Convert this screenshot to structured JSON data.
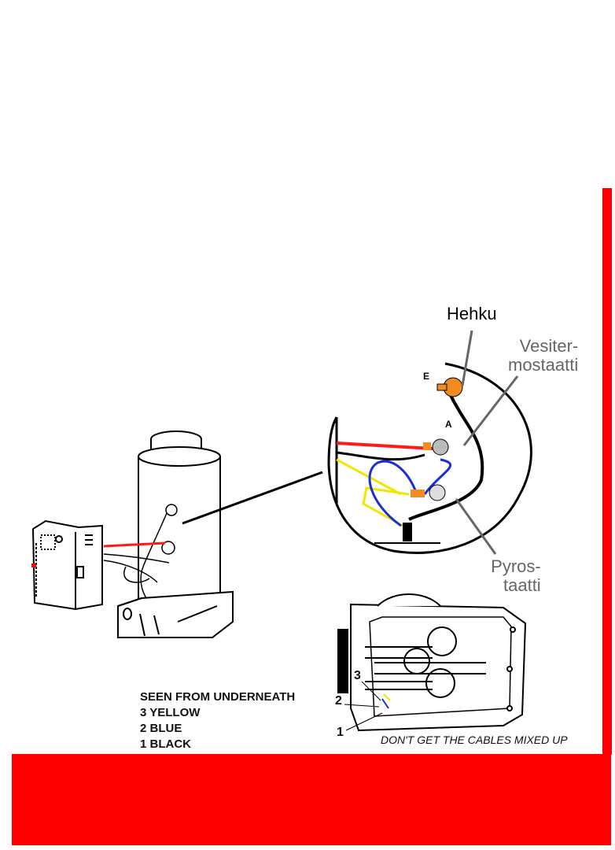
{
  "labels": {
    "hehku": "Hehku",
    "vesitermostaatti_line1": "Vesiter-",
    "vesitermostaatti_line2": "mostaatti",
    "pyrostaatti_line1": "Pyros-",
    "pyrostaatti_line2": "taatti",
    "connector_e": "E",
    "connector_a": "A"
  },
  "legend": {
    "title": "SEEN FROM UNDERNEATH",
    "items": [
      "3 YELLOW",
      "2 BLUE",
      "1 BLACK"
    ]
  },
  "callout_numbers": [
    "3",
    "2",
    "1"
  ],
  "caption": "DON'T GET THE CABLES MIXED UP",
  "colors": {
    "accent_red": "#ff0000",
    "wire_red": "#ff1a1a",
    "wire_blue": "#1a2fd6",
    "wire_yellow": "#f2e600",
    "wire_black": "#000000",
    "connector_orange": "#f28c1e",
    "label_grey": "#666666"
  }
}
